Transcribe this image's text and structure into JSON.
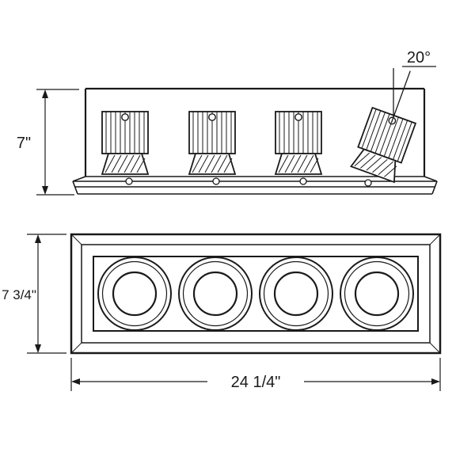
{
  "drawing": {
    "description": "Recessed multiple 4-light fixture dimension drawing",
    "side_view": {
      "module_count": 4,
      "tilt_angle_label": "20°",
      "height_label": "7\""
    },
    "front_view": {
      "lamp_count": 4,
      "height_label": "7 3/4\"",
      "width_label": "24 1/4\""
    },
    "colors": {
      "line": "#1a1a1a",
      "background": "#ffffff"
    }
  }
}
